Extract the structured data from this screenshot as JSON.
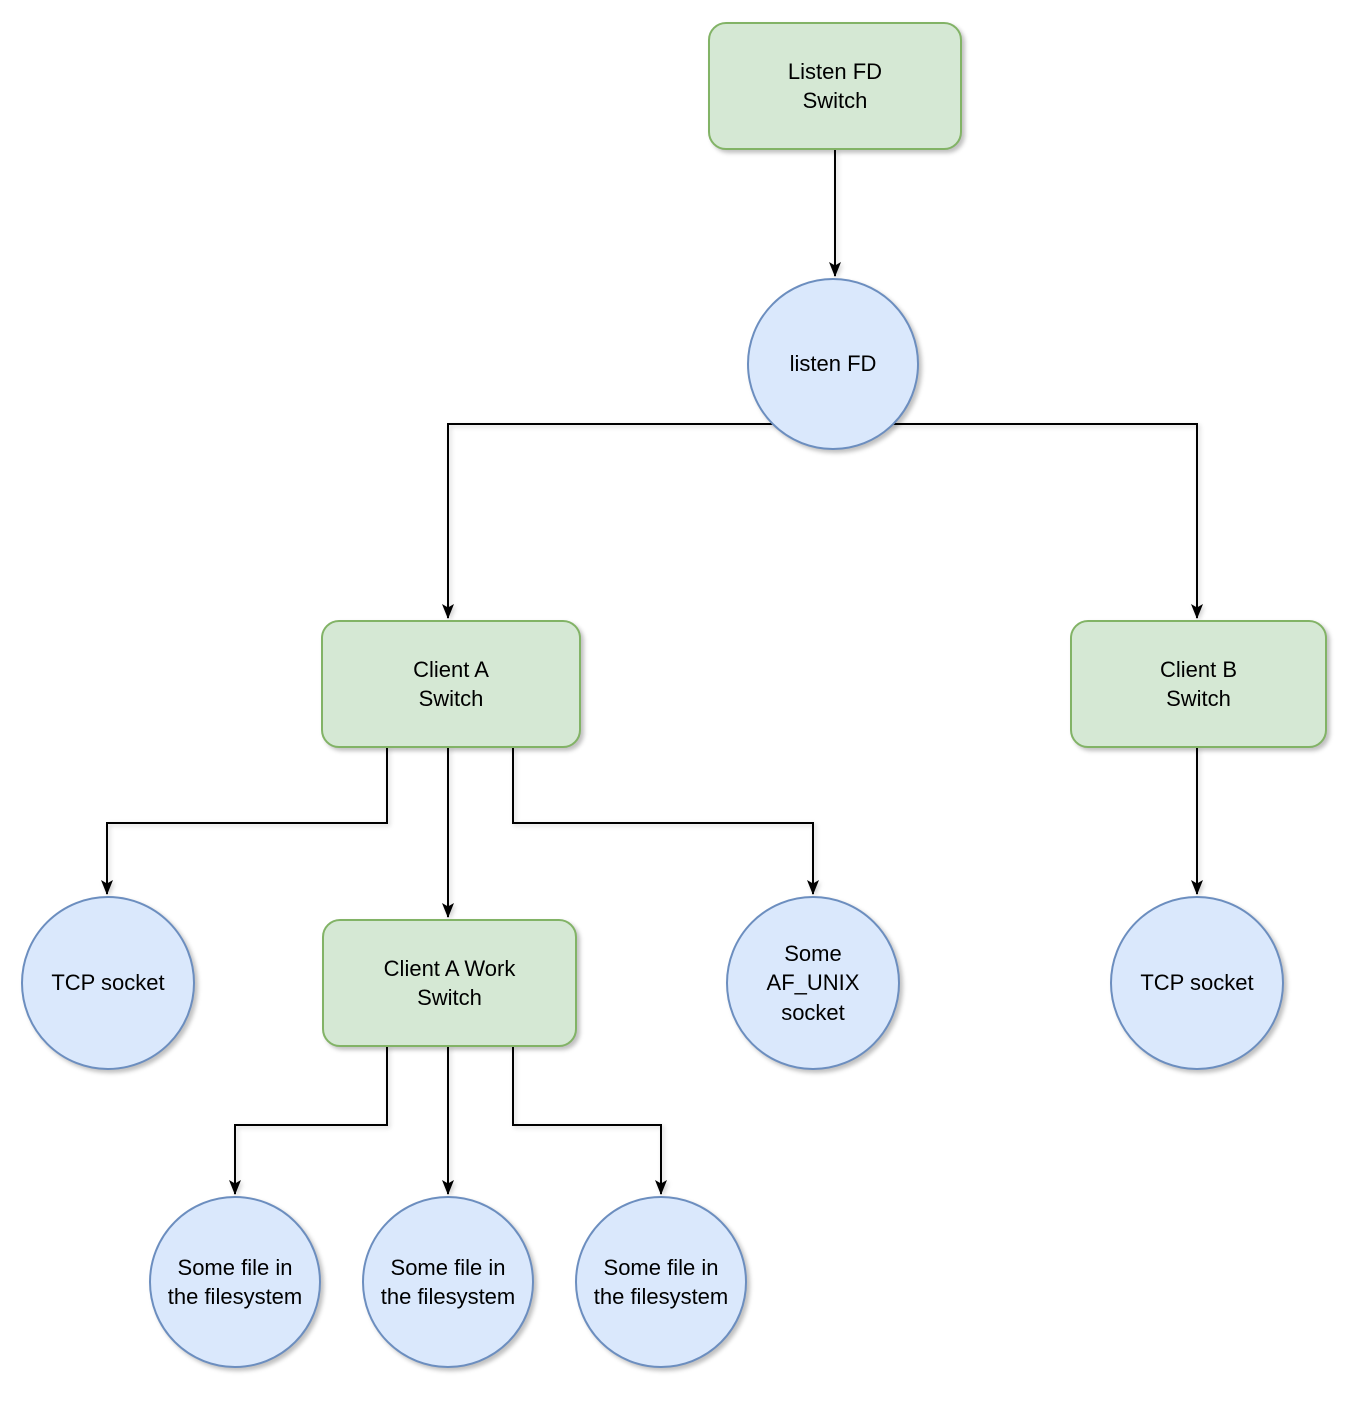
{
  "diagram": {
    "background_color": "#ffffff",
    "edge_color": "#000000",
    "node_styles": {
      "switch": {
        "shape": "rounded-rectangle",
        "fill": "#d5e8d4",
        "border": "#82b366"
      },
      "endpoint": {
        "shape": "circle",
        "fill": "#dae8fc",
        "border": "#6c8ebf"
      }
    },
    "nodes": [
      {
        "id": "listen-fd-switch",
        "kind": "switch",
        "label": "Listen FD\nSwitch"
      },
      {
        "id": "listen-fd",
        "kind": "endpoint",
        "label": "listen FD"
      },
      {
        "id": "client-a-switch",
        "kind": "switch",
        "label": "Client A\nSwitch"
      },
      {
        "id": "client-b-switch",
        "kind": "switch",
        "label": "Client B\nSwitch"
      },
      {
        "id": "tcp-socket-a",
        "kind": "endpoint",
        "label": "TCP socket"
      },
      {
        "id": "client-a-work-switch",
        "kind": "switch",
        "label": "Client A Work\nSwitch"
      },
      {
        "id": "some-af-unix-socket",
        "kind": "endpoint",
        "label": "Some\nAF_UNIX\nsocket"
      },
      {
        "id": "tcp-socket-b",
        "kind": "endpoint",
        "label": "TCP socket"
      },
      {
        "id": "file-1",
        "kind": "endpoint",
        "label": "Some file in\nthe filesystem"
      },
      {
        "id": "file-2",
        "kind": "endpoint",
        "label": "Some file in\nthe filesystem"
      },
      {
        "id": "file-3",
        "kind": "endpoint",
        "label": "Some file in\nthe filesystem"
      }
    ],
    "edges": [
      {
        "from": "listen-fd-switch",
        "to": "listen-fd"
      },
      {
        "from": "listen-fd",
        "to": "client-a-switch"
      },
      {
        "from": "listen-fd",
        "to": "client-b-switch"
      },
      {
        "from": "client-a-switch",
        "to": "tcp-socket-a"
      },
      {
        "from": "client-a-switch",
        "to": "client-a-work-switch"
      },
      {
        "from": "client-a-switch",
        "to": "some-af-unix-socket"
      },
      {
        "from": "client-b-switch",
        "to": "tcp-socket-b"
      },
      {
        "from": "client-a-work-switch",
        "to": "file-1"
      },
      {
        "from": "client-a-work-switch",
        "to": "file-2"
      },
      {
        "from": "client-a-work-switch",
        "to": "file-3"
      }
    ]
  }
}
